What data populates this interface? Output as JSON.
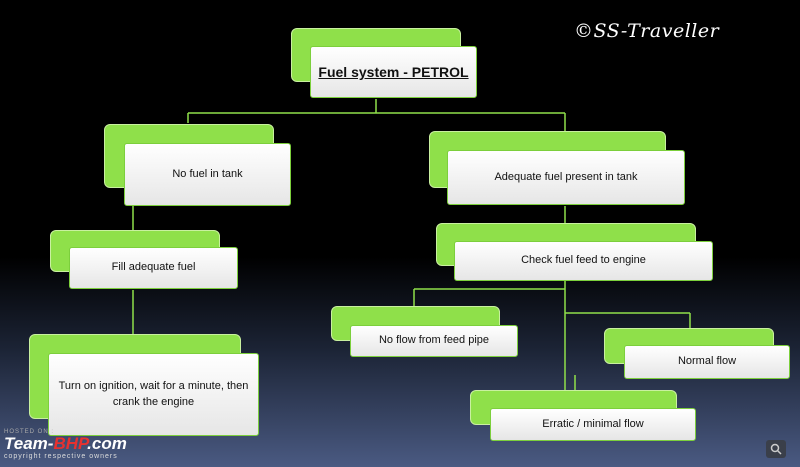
{
  "credit": "©SS-Traveller",
  "nodes": {
    "root": "Fuel system - PETROL",
    "no_fuel": "No fuel in tank",
    "adequate_fuel": "Adequate fuel present in tank",
    "fill_fuel": "Fill adequate fuel",
    "check_feed": "Check fuel feed to engine",
    "ignition": "Turn on ignition, wait for a minute, then crank the engine",
    "no_flow": "No flow from feed pipe",
    "normal_flow": "Normal flow",
    "erratic_flow": "Erratic / minimal flow"
  },
  "watermark": {
    "hosted_on": "HOSTED ON :",
    "logo_team": "Team-",
    "logo_bhp": "BHP",
    "logo_com": ".com",
    "copyright": "copyright respective owners"
  },
  "colors": {
    "node_back": "#8fe04a",
    "node_border": "#7ccf3c",
    "connector": "#8fe04a"
  }
}
